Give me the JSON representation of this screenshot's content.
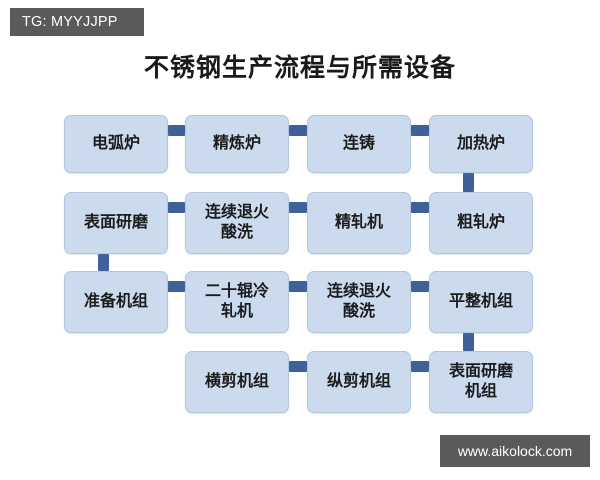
{
  "badge": {
    "text": "TG: MYYJJPP"
  },
  "title": "不锈钢生产流程与所需设备",
  "watermark": {
    "text": "www.aikolock.com"
  },
  "colors": {
    "node_fill": "#ccdaee",
    "node_border": "#b2c6e0",
    "connector": "#3f6197",
    "badge_bg": "#5a5a5a",
    "background": "#ffffff",
    "text": "#1c1c1c"
  },
  "diagram": {
    "type": "process-flow",
    "rows": 4,
    "columns": 4,
    "nodes": [
      {
        "id": "n1",
        "label": "电弧炉",
        "row": 1,
        "col": 1
      },
      {
        "id": "n2",
        "label": "精炼炉",
        "row": 1,
        "col": 2
      },
      {
        "id": "n3",
        "label": "连铸",
        "row": 1,
        "col": 3
      },
      {
        "id": "n4",
        "label": "加热炉",
        "row": 1,
        "col": 4
      },
      {
        "id": "n5",
        "label": "表面研磨",
        "row": 2,
        "col": 1
      },
      {
        "id": "n6",
        "label": "连续退火\n酸洗",
        "row": 2,
        "col": 2
      },
      {
        "id": "n7",
        "label": "精轧机",
        "row": 2,
        "col": 3
      },
      {
        "id": "n8",
        "label": "粗轧炉",
        "row": 2,
        "col": 4
      },
      {
        "id": "n9",
        "label": "准备机组",
        "row": 3,
        "col": 1
      },
      {
        "id": "n10",
        "label": "二十辊冷\n轧机",
        "row": 3,
        "col": 2
      },
      {
        "id": "n11",
        "label": "连续退火\n酸洗",
        "row": 3,
        "col": 3
      },
      {
        "id": "n12",
        "label": "平整机组",
        "row": 3,
        "col": 4
      },
      {
        "id": "n13",
        "label": "横剪机组",
        "row": 4,
        "col": 2
      },
      {
        "id": "n14",
        "label": "纵剪机组",
        "row": 4,
        "col": 3
      },
      {
        "id": "n15",
        "label": "表面研磨\n机组",
        "row": 4,
        "col": 4
      }
    ],
    "connections": [
      {
        "from": "n1",
        "to": "n2",
        "orientation": "horizontal"
      },
      {
        "from": "n2",
        "to": "n3",
        "orientation": "horizontal"
      },
      {
        "from": "n3",
        "to": "n4",
        "orientation": "horizontal"
      },
      {
        "from": "n4",
        "to": "n8",
        "orientation": "vertical"
      },
      {
        "from": "n8",
        "to": "n7",
        "orientation": "horizontal"
      },
      {
        "from": "n7",
        "to": "n6",
        "orientation": "horizontal"
      },
      {
        "from": "n6",
        "to": "n5",
        "orientation": "horizontal"
      },
      {
        "from": "n5",
        "to": "n9",
        "orientation": "vertical"
      },
      {
        "from": "n9",
        "to": "n10",
        "orientation": "horizontal"
      },
      {
        "from": "n10",
        "to": "n11",
        "orientation": "horizontal"
      },
      {
        "from": "n11",
        "to": "n12",
        "orientation": "horizontal"
      },
      {
        "from": "n12",
        "to": "n15",
        "orientation": "vertical"
      },
      {
        "from": "n15",
        "to": "n14",
        "orientation": "horizontal"
      },
      {
        "from": "n14",
        "to": "n13",
        "orientation": "horizontal"
      }
    ]
  }
}
